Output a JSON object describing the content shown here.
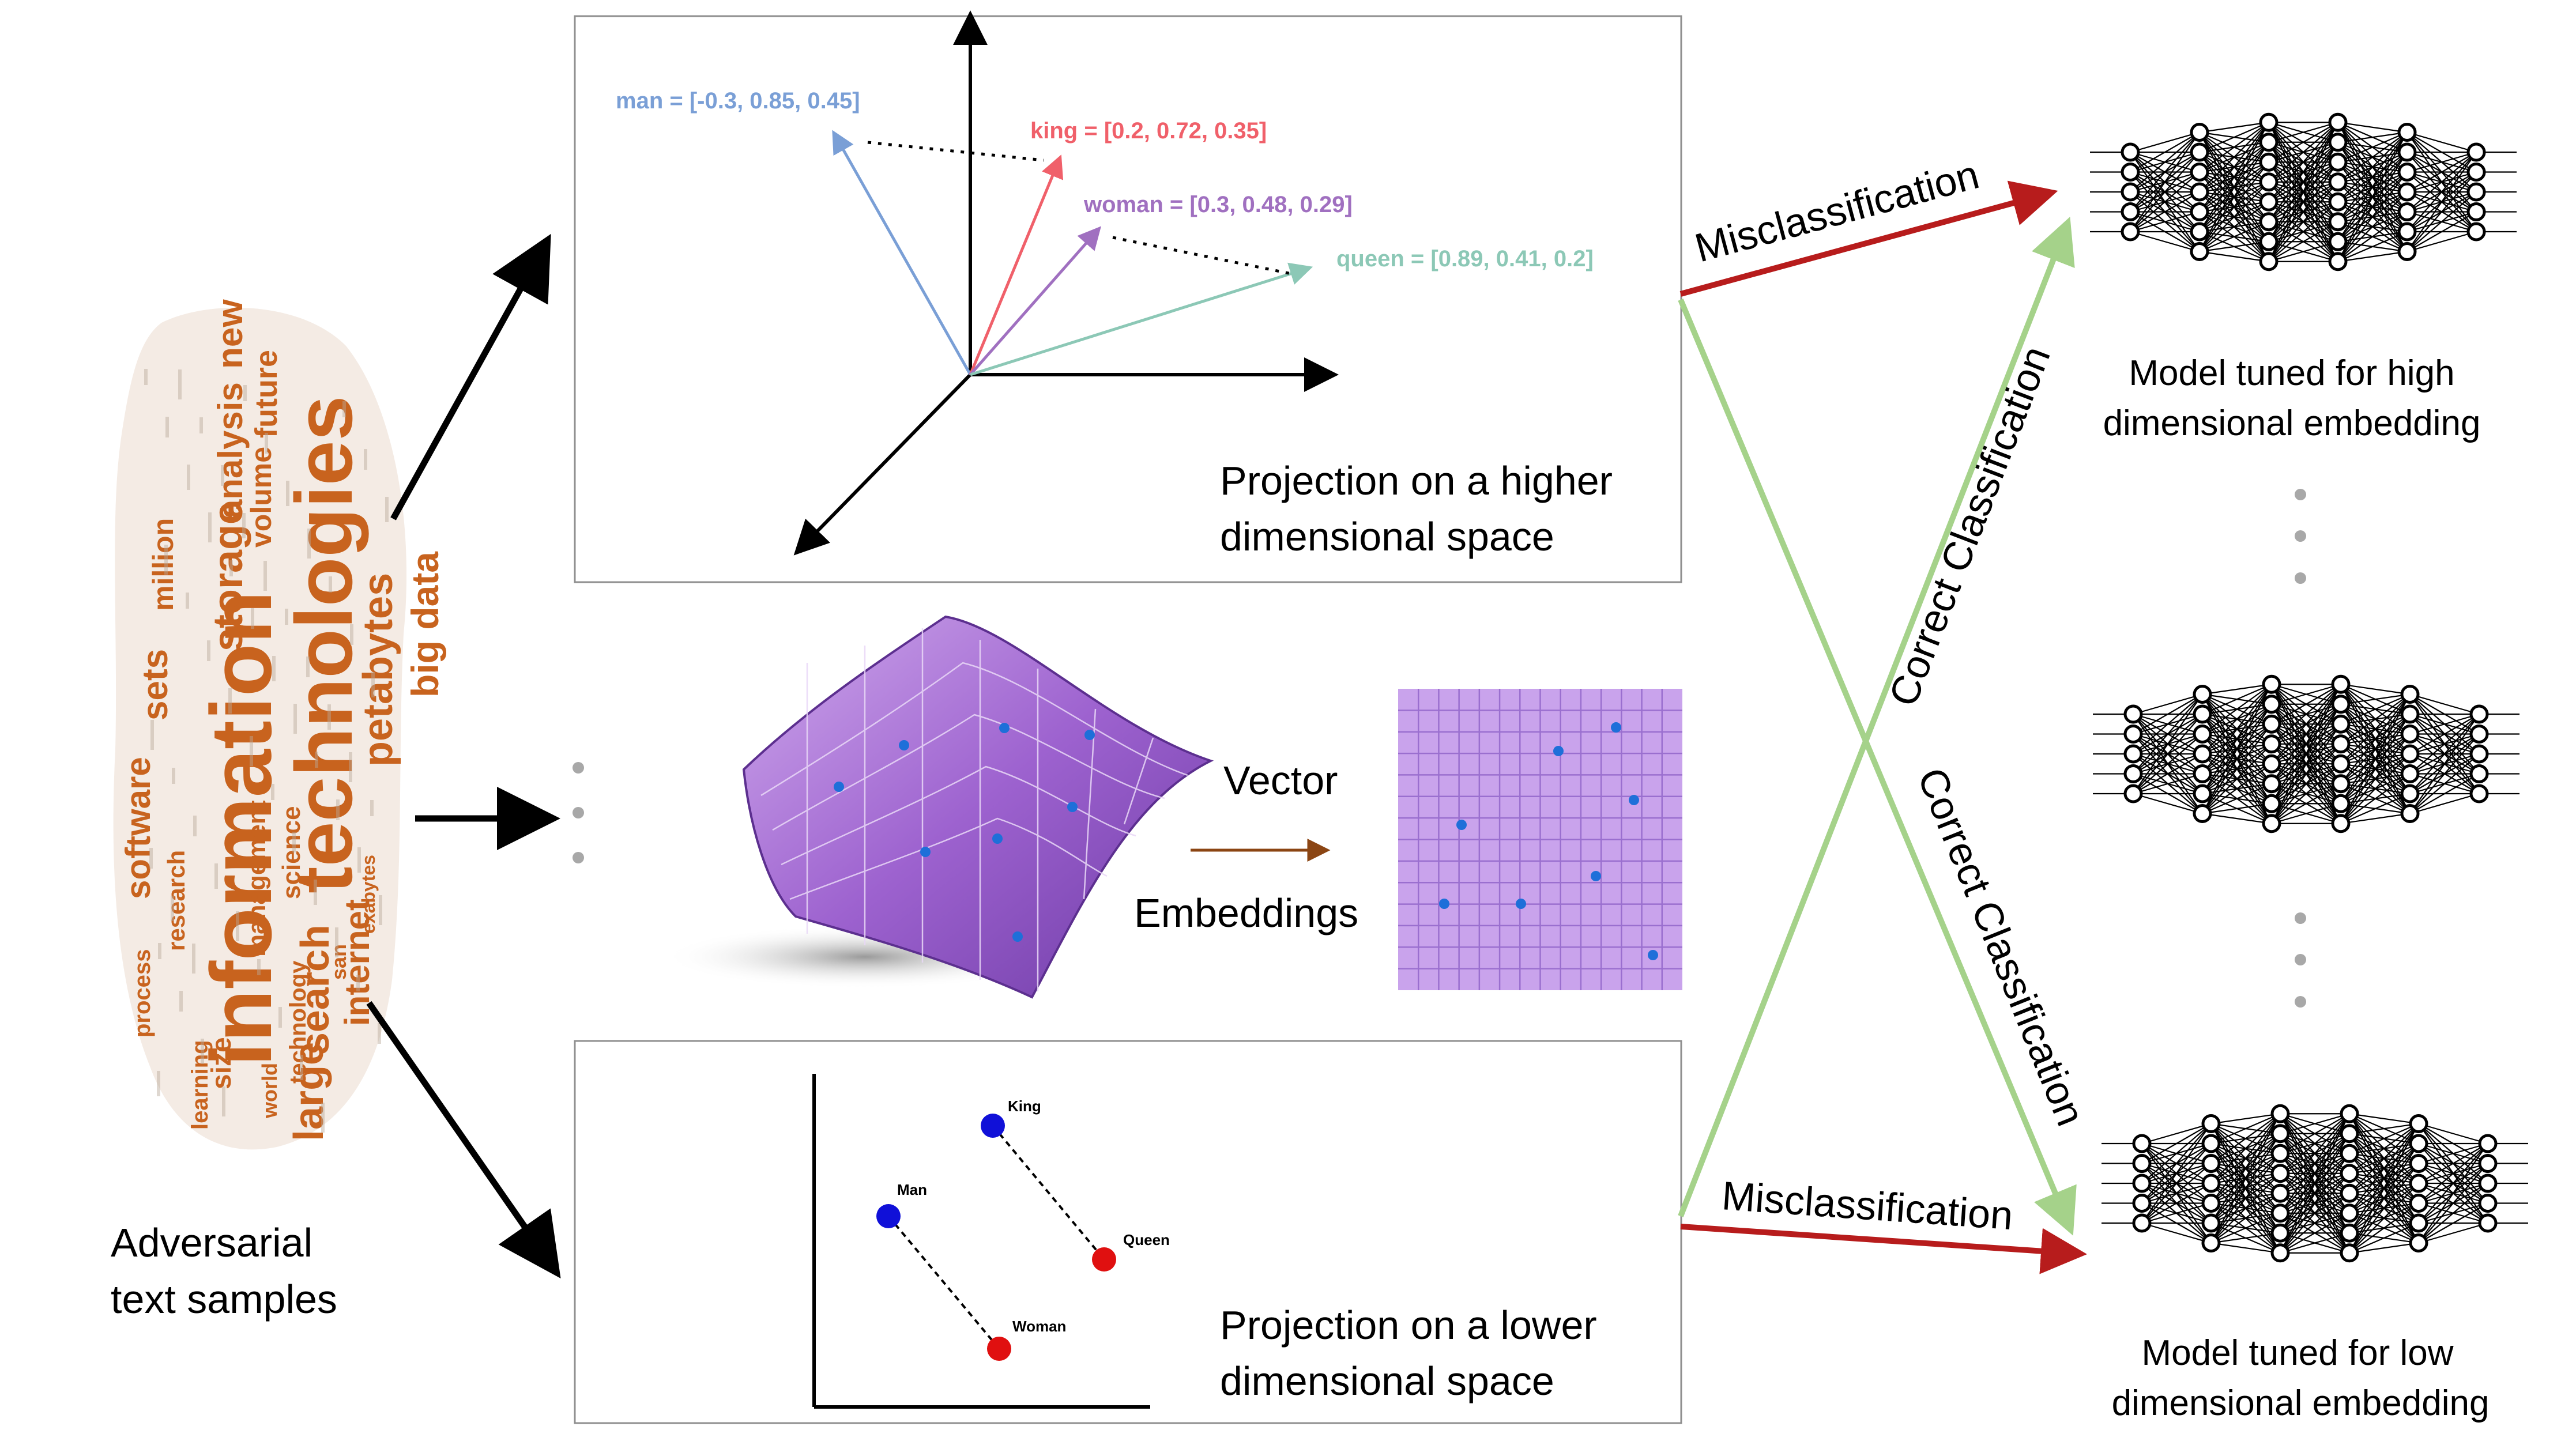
{
  "colors": {
    "red": "#b71c1c",
    "green": "#a5d28a",
    "brown": "#8b4513",
    "vec_man": "#7a9fd6",
    "vec_king": "#f0606a",
    "vec_woman": "#a070c0",
    "vec_queen": "#8cc8b6",
    "purple": "#b98ee0",
    "cloud": "#c8631e"
  },
  "top_panel": {
    "man": "man = [-0.3, 0.85, 0.45]",
    "king": "king = [0.2, 0.72, 0.35]",
    "woman": "woman = [0.3, 0.48, 0.29]",
    "queen": "queen = [0.89, 0.41, 0.2]",
    "caption_line1": "Projection on a higher",
    "caption_line2": "dimensional space"
  },
  "middle": {
    "vector": "Vector",
    "embeddings": "Embeddings"
  },
  "bottom_panel": {
    "king": "King",
    "man": "Man",
    "queen": "Queen",
    "woman": "Woman",
    "caption_line1": "Projection on a lower",
    "caption_line2": "dimensional space"
  },
  "left": {
    "label_line1": "Adversarial",
    "label_line2": "text samples",
    "cloud_words": [
      "information",
      "technologies",
      "storage",
      "petabytes",
      "big data",
      "internet",
      "search",
      "analysis",
      "large",
      "management",
      "research",
      "science",
      "sets",
      "million",
      "volume",
      "software",
      "process",
      "future",
      "new",
      "technology",
      "size",
      "learning",
      "world",
      "exabytes",
      "san",
      "data"
    ]
  },
  "arrows": {
    "misclassification_top": "Misclassification",
    "misclassification_bottom": "Misclassification",
    "correct_top": "Correct Classification",
    "correct_bottom": "Correct Classification"
  },
  "models": {
    "high_line1": "Model tuned for high",
    "high_line2": "dimensional embedding",
    "low_line1": "Model tuned for low",
    "low_line2": "dimensional embedding"
  }
}
